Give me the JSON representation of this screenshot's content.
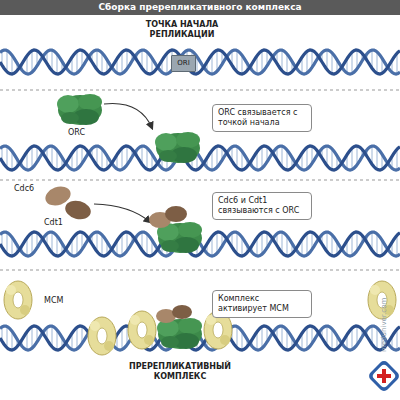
{
  "diagram": {
    "title": "Сборка пререпликативного комплекса",
    "nodes": [
      {
        "text": [
          "ORI"
        ]
      },
      {
        "text": [
          "ORC связывается с точкой начала"
        ]
      },
      {
        "text": [
          "Cdc6 и Cdt1 связываются с ORC"
        ]
      },
      {
        "text": [
          "Комплекс активирует MCM"
        ]
      }
    ],
    "labels": [
      "ТОЧКА НАЧАЛА РЕПЛИКАЦИИ",
      "ORC",
      "Cdc6",
      "Cdt1",
      "MCM",
      "ПРЕРЕПЛИКАТИВНЫЙ КОМПЛЕКС",
      "meduniver.com"
    ]
  }
}
